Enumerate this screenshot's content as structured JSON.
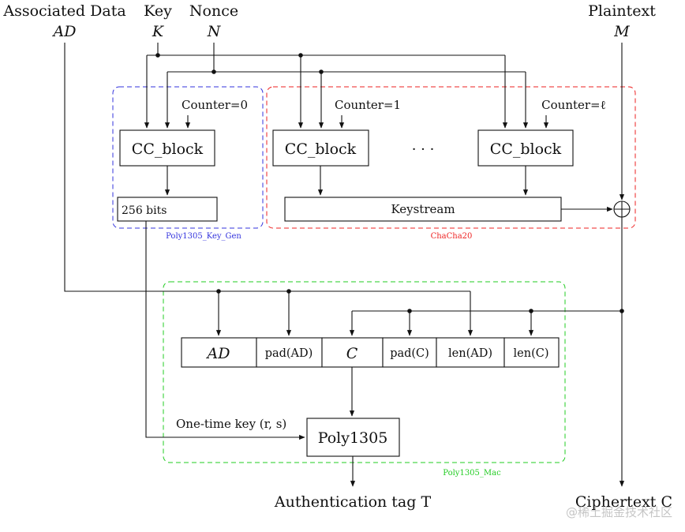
{
  "inputs": {
    "associated_data": {
      "label": "Associated Data",
      "symbol": "AD"
    },
    "key": {
      "label": "Key",
      "symbol": "K"
    },
    "nonce": {
      "label": "Nonce",
      "symbol": "N"
    },
    "plaintext": {
      "label": "Plaintext",
      "symbol": "M"
    }
  },
  "blocks": {
    "cc_block": "CC_block",
    "counters": [
      "Counter=0",
      "Counter=1",
      "Counter=ℓ"
    ],
    "ellipsis": "· · ·",
    "bits_256": "256 bits",
    "keystream": "Keystream",
    "xor_symbol": "⊕"
  },
  "regions": {
    "key_gen": {
      "label": "Poly1305_Key_Gen",
      "color": "#3333dd"
    },
    "chacha": {
      "label": "ChaCha20",
      "color": "#ee2222"
    },
    "mac": {
      "label": "Poly1305_Mac",
      "color": "#22cc22"
    }
  },
  "mac_inputs": {
    "ad": "AD",
    "pad_ad": "pad(AD)",
    "c": "C",
    "pad_c": "pad(C)",
    "len_ad": "len(AD)",
    "len_c": "len(C)"
  },
  "poly": {
    "box": "Poly1305",
    "key_label": "One-time key (r, s)"
  },
  "outputs": {
    "tag": "Authentication tag T",
    "ciphertext": "Ciphertext C"
  },
  "watermark": "@稀土掘金技术社区"
}
